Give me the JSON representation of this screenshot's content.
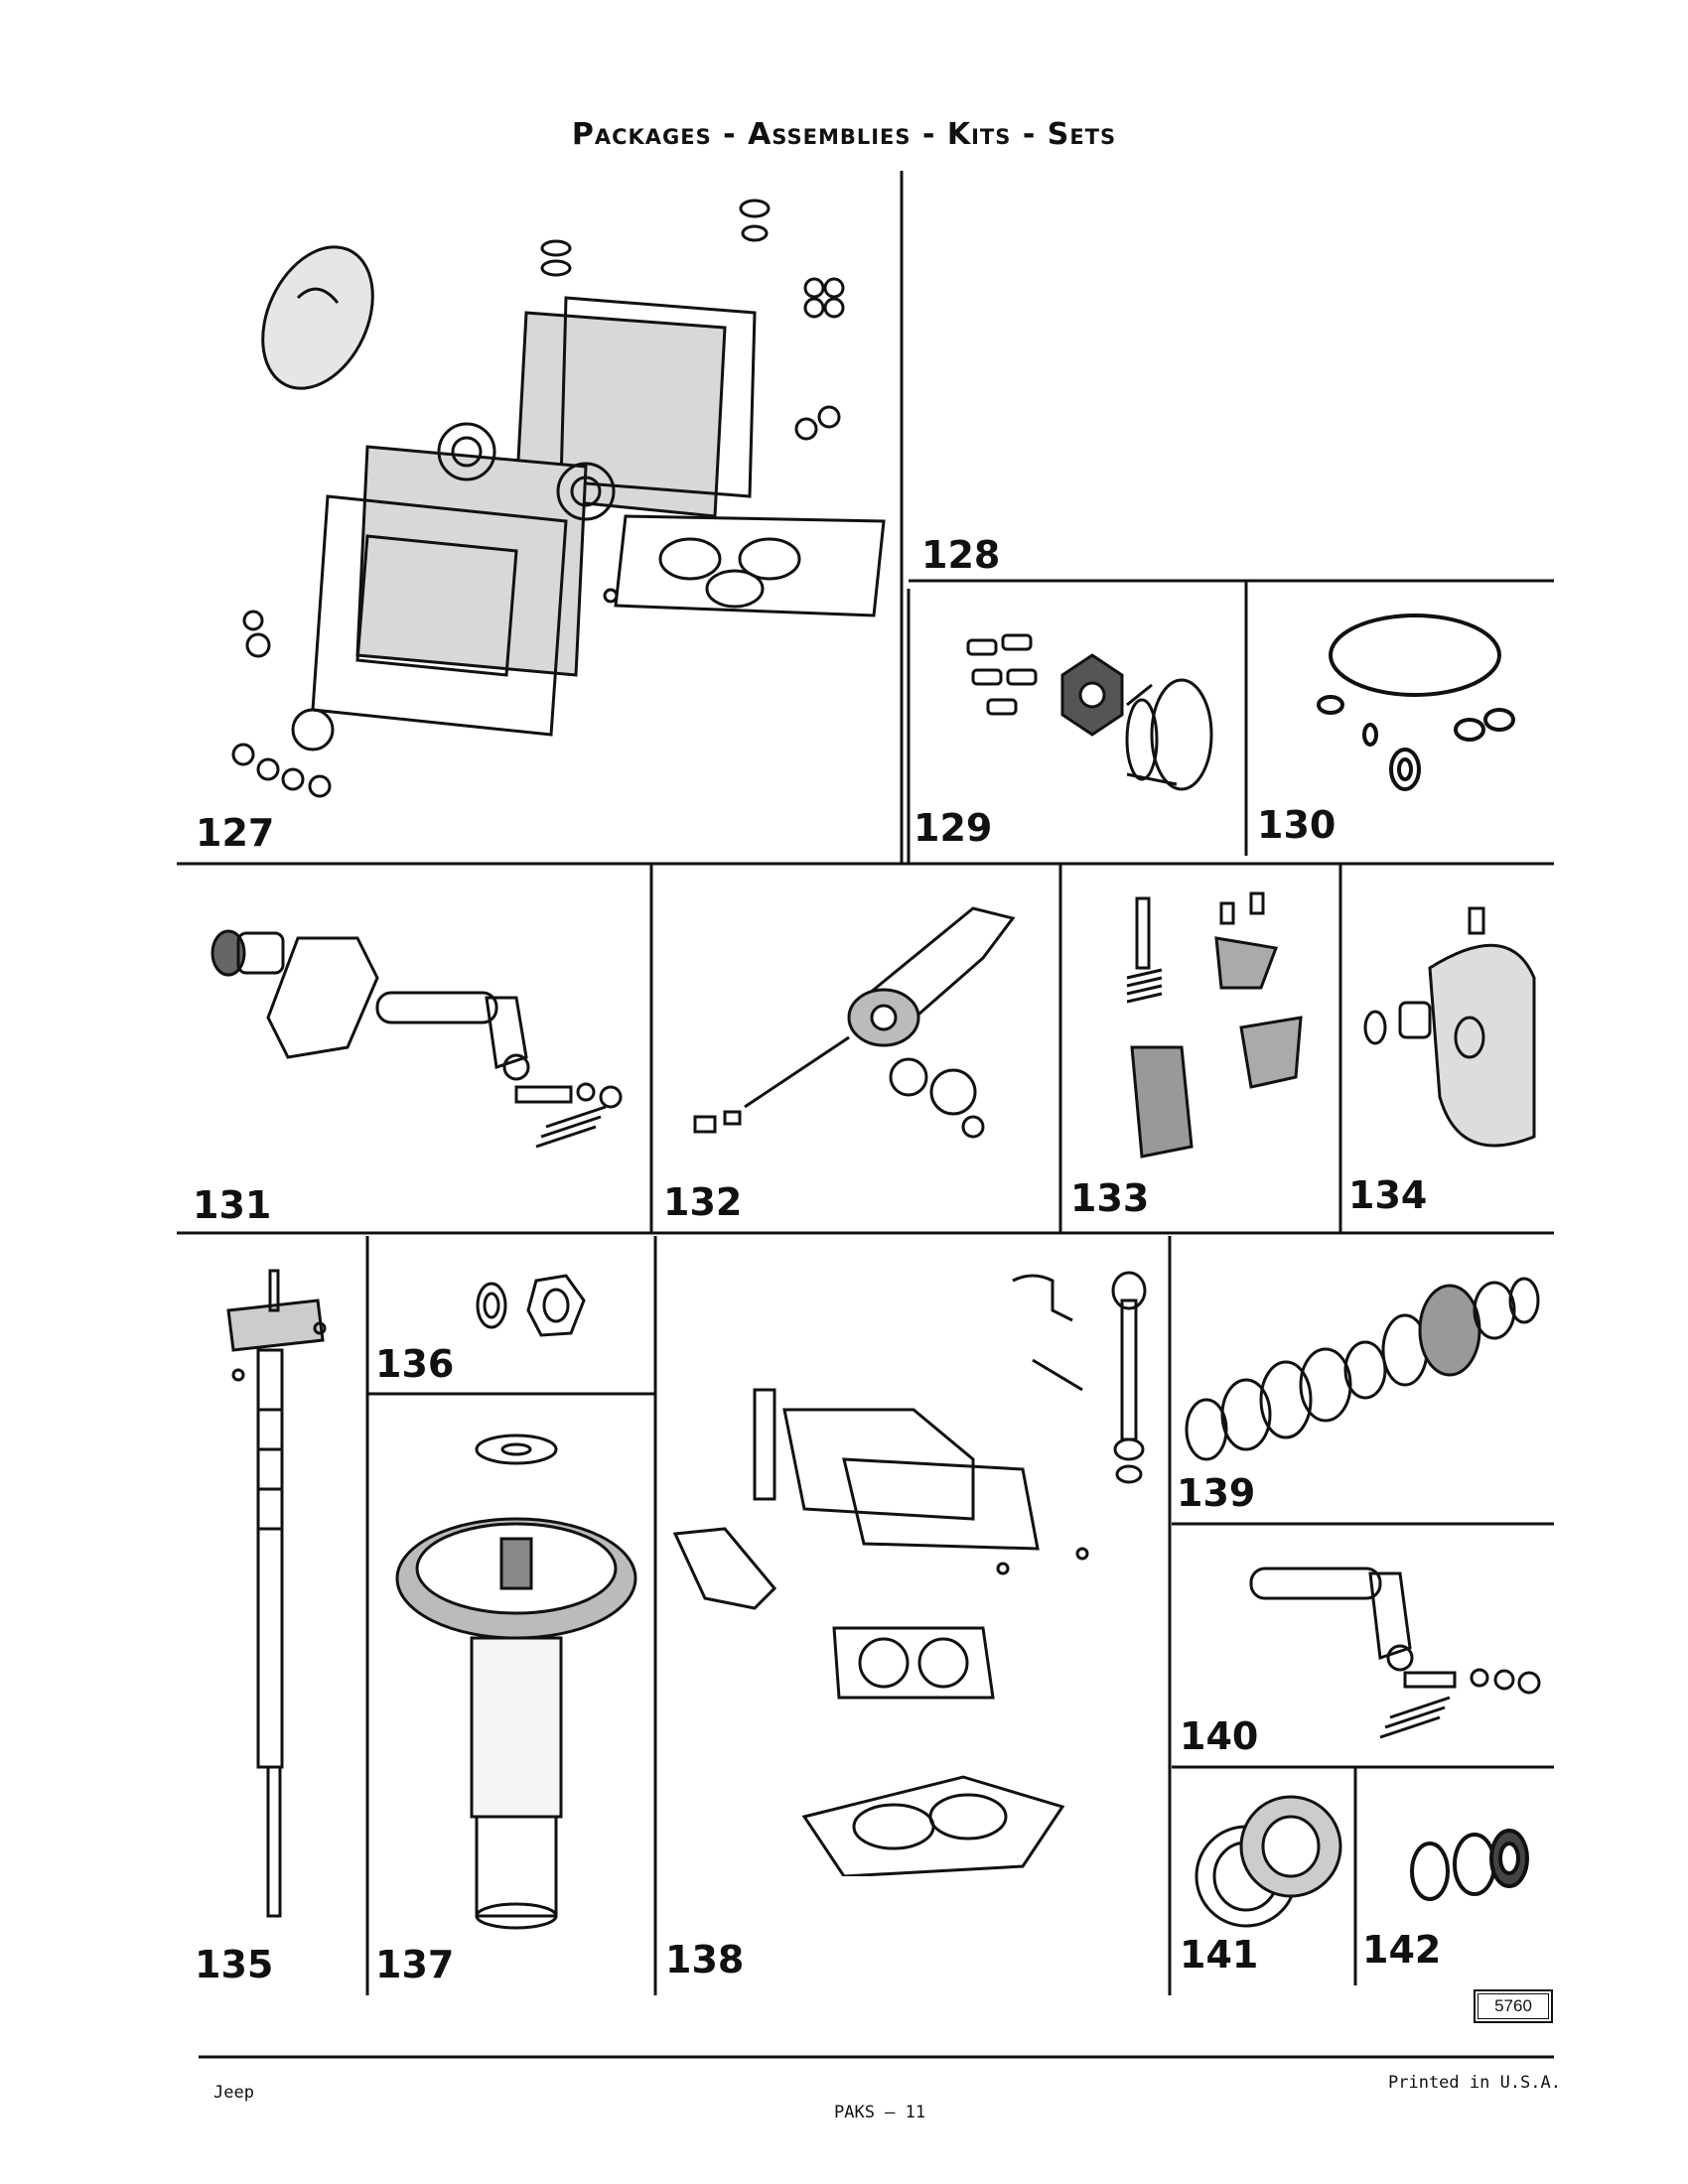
{
  "page": {
    "title": "Packages - Assemblies - Kits - Sets",
    "footer_left": "Jeep",
    "footer_center": "PAKS – 11",
    "footer_right": "Printed in U.S.A.",
    "figure_code": "5760"
  },
  "panels": [
    {
      "id": "127",
      "label": "127",
      "depicts": "carburetor-gasket-kit-icon"
    },
    {
      "id": "128",
      "label": "128",
      "depicts": "blank-panel"
    },
    {
      "id": "129",
      "label": "129",
      "depicts": "coupling-kit-icon"
    },
    {
      "id": "130",
      "label": "130",
      "depicts": "seal-ring-kit-icon"
    },
    {
      "id": "131",
      "label": "131",
      "depicts": "shift-lever-kit-icon"
    },
    {
      "id": "132",
      "label": "132",
      "depicts": "linkage-assembly-icon"
    },
    {
      "id": "133",
      "label": "133",
      "depicts": "bracket-spring-kit-icon"
    },
    {
      "id": "134",
      "label": "134",
      "depicts": "housing-bushing-kit-icon"
    },
    {
      "id": "135",
      "label": "135",
      "depicts": "distributor-shaft-icon"
    },
    {
      "id": "136",
      "label": "136",
      "depicts": "nut-washer-kit-icon"
    },
    {
      "id": "137",
      "label": "137",
      "depicts": "distributor-housing-icon"
    },
    {
      "id": "138",
      "label": "138",
      "depicts": "carburetor-repair-kit-icon"
    },
    {
      "id": "139",
      "label": "139",
      "depicts": "bearing-seal-kit-icon"
    },
    {
      "id": "140",
      "label": "140",
      "depicts": "shift-lever-kit-icon"
    },
    {
      "id": "141",
      "label": "141",
      "depicts": "roller-bearing-icon"
    },
    {
      "id": "142",
      "label": "142",
      "depicts": "o-ring-seal-kit-icon"
    }
  ]
}
